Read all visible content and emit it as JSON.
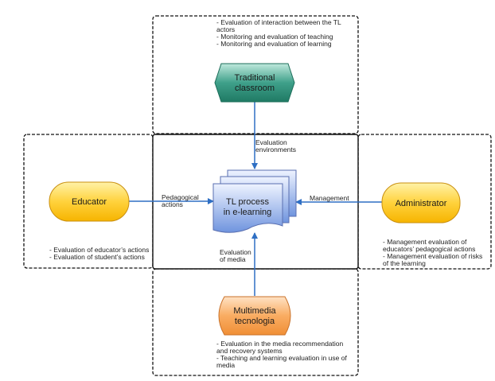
{
  "colors": {
    "arrow": "#2f6fc4",
    "traditional": "#2e8f78",
    "actor": "#f8c020",
    "media": "#f6a457",
    "process": "#8fb0e8"
  },
  "top": {
    "node": [
      "Traditional",
      "classroom"
    ],
    "notes": [
      "- Evaluation of interaction between the TL",
      "actors",
      "- Monitoring and evaluation of teaching",
      "- Monitoring and evaluation of learning"
    ]
  },
  "left": {
    "node": "Educator",
    "notes": [
      "- Evaluation of educator’s actions",
      "- Evaluation of student’s actions"
    ]
  },
  "right": {
    "node": "Administrator",
    "notes": [
      "- Management evaluation of",
      "educators’ pedagogical actions",
      "- Management evaluation of risks",
      "of the learning"
    ]
  },
  "bottom": {
    "node": [
      "Multimedia",
      "tecnologia"
    ],
    "notes": [
      "- Evaluation in the media recommendation",
      "and recovery systems",
      "- Teaching and learning evaluation in use of",
      "media"
    ]
  },
  "center": {
    "node": [
      "TL process",
      "in e-learning"
    ]
  },
  "edges": {
    "top": [
      "Evaluation",
      "environments"
    ],
    "left": [
      "Pedagogical",
      "actions"
    ],
    "right": "Management",
    "bottom": [
      "Evaluation",
      "of media"
    ]
  }
}
